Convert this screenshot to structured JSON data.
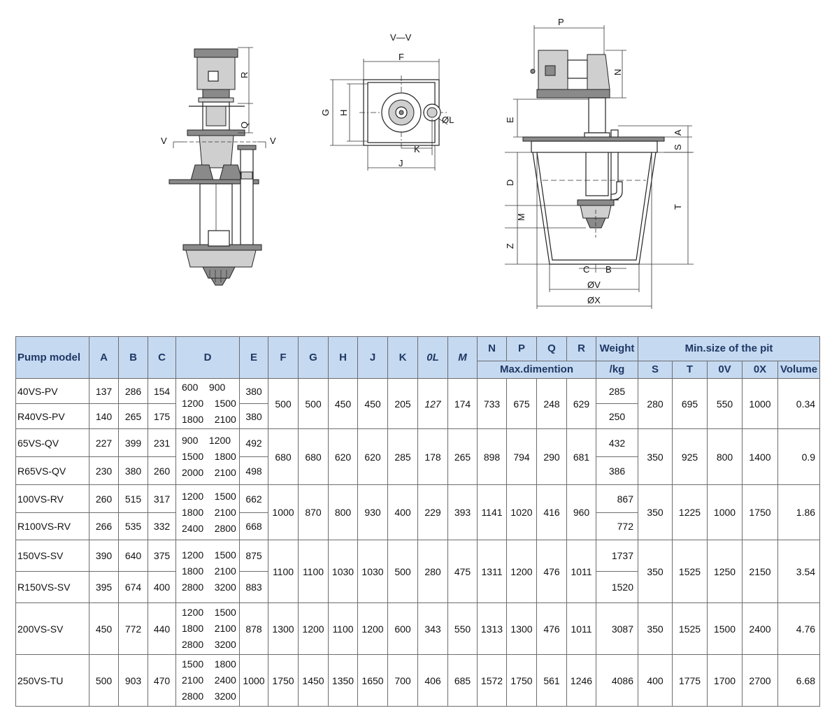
{
  "diagram": {
    "section_label": "V—V",
    "front_labels": [
      "R",
      "Q",
      "V",
      "V"
    ],
    "plan_labels": [
      "F",
      "G",
      "H",
      "K",
      "J",
      "ØL"
    ],
    "side_labels": [
      "P",
      "N",
      "E",
      "A",
      "S",
      "D",
      "T",
      "M",
      "Z",
      "C",
      "B",
      "ØV",
      "ØX"
    ]
  },
  "table": {
    "headers": {
      "model": "Pump model",
      "a": "A",
      "b": "B",
      "c": "C",
      "d": "D",
      "e": "E",
      "f": "F",
      "g": "G",
      "h": "H",
      "j": "J",
      "k": "K",
      "l": "0L",
      "m": "M",
      "n": "N",
      "p": "P",
      "q": "Q",
      "r": "R",
      "max_dim": "Max.dimention",
      "weight": "Weight",
      "weight_unit": "/kg",
      "pit": "Min.size of the pit",
      "s": "S",
      "t": "T",
      "v": "0V",
      "x": "0X",
      "volume": "Volume"
    },
    "rows": [
      {
        "m1": "40VS-PV",
        "a1": "137",
        "b1": "286",
        "c1": "154",
        "e1": "380",
        "w1": "285",
        "m2": "R40VS-PV",
        "a2": "140",
        "b2": "265",
        "c2": "175",
        "e2": "380",
        "w2": "250",
        "d": [
          "600    900",
          "1200    1500",
          "1800    2100"
        ],
        "f": "500",
        "g": "500",
        "h": "450",
        "j": "450",
        "k": "205",
        "l": "127",
        "mm": "174",
        "n": "733",
        "p": "675",
        "q": "248",
        "r": "629",
        "s": "280",
        "t": "695",
        "v": "550",
        "x": "1000",
        "vol": "0.34"
      },
      {
        "m1": "65VS-QV",
        "a1": "227",
        "b1": "399",
        "c1": "231",
        "e1": "492",
        "w1": "432",
        "m2": "R65VS-QV",
        "a2": "230",
        "b2": "380",
        "c2": "260",
        "e2": "498",
        "w2": "386",
        "d": [
          "900    1200",
          "1500    1800",
          "2000    2100"
        ],
        "f": "680",
        "g": "680",
        "h": "620",
        "j": "620",
        "k": "285",
        "l": "178",
        "mm": "265",
        "n": "898",
        "p": "794",
        "q": "290",
        "r": "681",
        "s": "350",
        "t": "925",
        "v": "800",
        "x": "1400",
        "vol": "0.9"
      },
      {
        "m1": "100VS-RV",
        "a1": "260",
        "b1": "515",
        "c1": "317",
        "e1": "662",
        "w1": "867",
        "m2": "R100VS-RV",
        "a2": "266",
        "b2": "535",
        "c2": "332",
        "e2": "668",
        "w2": "772",
        "d": [
          "1200    1500",
          "1800    2100",
          "2400    2800"
        ],
        "f": "1000",
        "g": "870",
        "h": "800",
        "j": "930",
        "k": "400",
        "l": "229",
        "mm": "393",
        "n": "1141",
        "p": "1020",
        "q": "416",
        "r": "960",
        "s": "350",
        "t": "1225",
        "v": "1000",
        "x": "1750",
        "vol": "1.86"
      },
      {
        "m1": "150VS-SV",
        "a1": "390",
        "b1": "640",
        "c1": "375",
        "e1": "875",
        "w1": "1737",
        "m2": "R150VS-SV",
        "a2": "395",
        "b2": "674",
        "c2": "400",
        "e2": "883",
        "w2": "1520",
        "d": [
          "1200    1500",
          "1800    2100",
          "2800    3200"
        ],
        "f": "1100",
        "g": "1100",
        "h": "1030",
        "j": "1030",
        "k": "500",
        "l": "280",
        "mm": "475",
        "n": "1311",
        "p": "1200",
        "q": "476",
        "r": "1011",
        "s": "350",
        "t": "1525",
        "v": "1250",
        "x": "2150",
        "vol": "3.54"
      }
    ],
    "single_rows": [
      {
        "m": "200VS-SV",
        "a": "450",
        "b": "772",
        "c": "440",
        "d": [
          "1200    1500",
          "1800    2100",
          "2800    3200"
        ],
        "e": "878",
        "f": "1300",
        "g": "1200",
        "h": "1100",
        "j": "1200",
        "k": "600",
        "l": "343",
        "mm": "550",
        "n": "1313",
        "p": "1300",
        "q": "476",
        "r": "1011",
        "w": "3087",
        "s": "350",
        "t": "1525",
        "v": "1500",
        "x": "2400",
        "vol": "4.76"
      },
      {
        "m": "250VS-TU",
        "a": "500",
        "b": "903",
        "c": "470",
        "d": [
          "1500    1800",
          "2100    2400",
          "2800    3200"
        ],
        "e": "1000",
        "f": "1750",
        "g": "1450",
        "h": "1350",
        "j": "1650",
        "k": "700",
        "l": "406",
        "mm": "685",
        "n": "1572",
        "p": "1750",
        "q": "561",
        "r": "1246",
        "w": "4086",
        "s": "400",
        "t": "1775",
        "v": "1700",
        "x": "2700",
        "vol": "6.68"
      }
    ]
  }
}
